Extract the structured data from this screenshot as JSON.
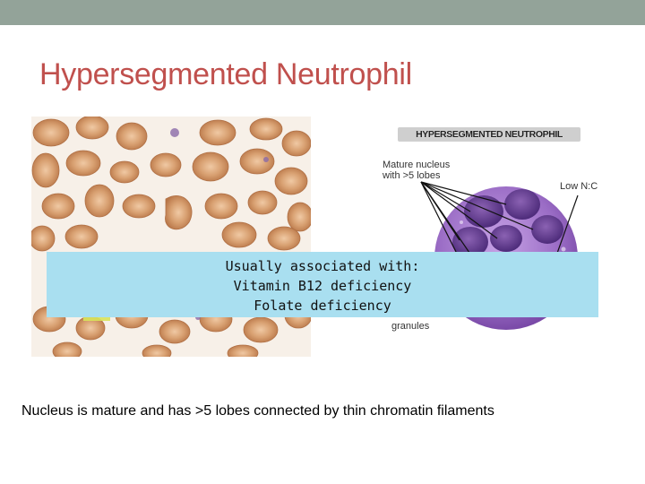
{
  "slide": {
    "title": "Hypersegmented Neutrophil"
  },
  "diagram": {
    "banner": "HYPERSEGMENTED NEUTROPHIL",
    "label_nucleus_line1": "Mature nucleus",
    "label_nucleus_line2": "with >5 lobes",
    "label_nc": "Low N:C",
    "label_granules": "granules"
  },
  "callout": {
    "line1": "Usually associated with:",
    "line2": "Vitamin B12 deficiency",
    "line3": "Folate deficiency"
  },
  "caption": "Nucleus is mature and has >5 lobes connected by thin chromatin filaments",
  "colors": {
    "top_bar": "#93a399",
    "title": "#c0504d",
    "callout_bg": "#a9dff0",
    "rbc": "#d49a6a",
    "cell": "#9b6fc4"
  }
}
